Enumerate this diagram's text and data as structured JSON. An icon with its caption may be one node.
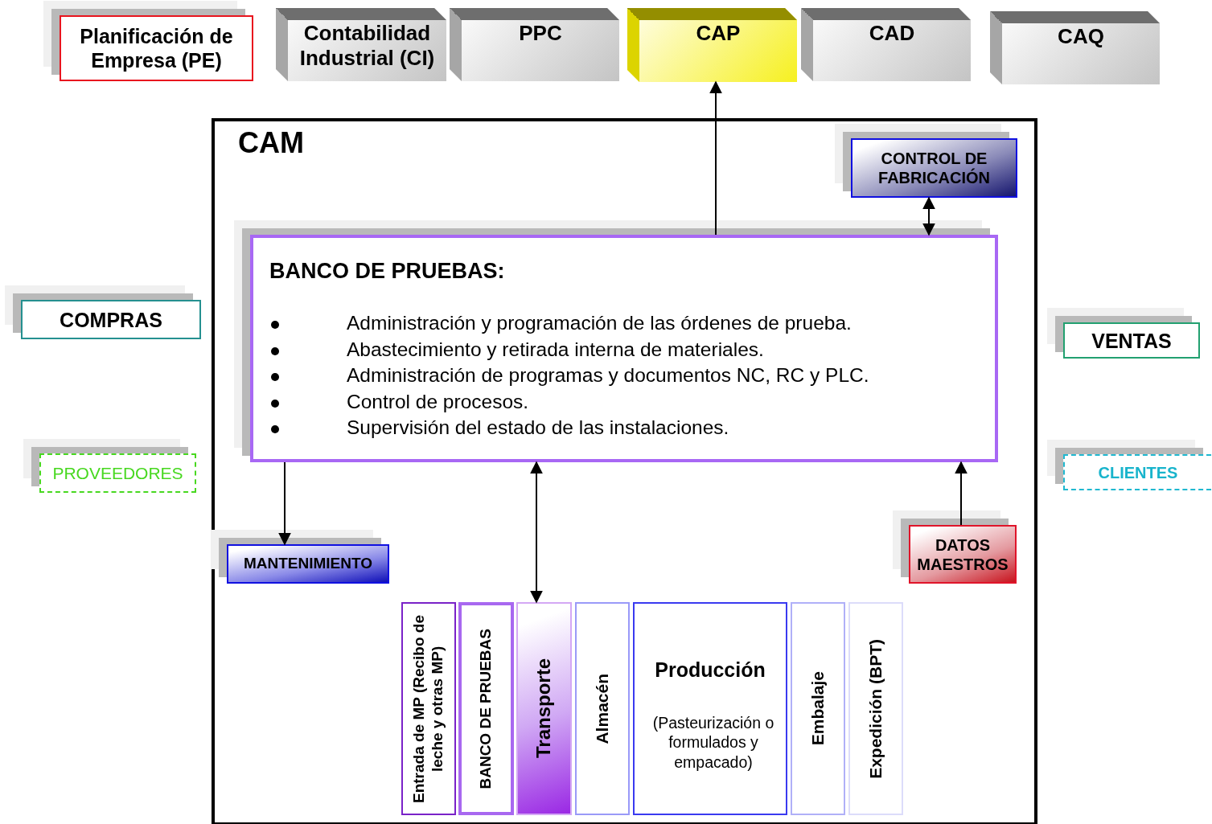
{
  "diagram": {
    "nodes": [
      {
        "text": [
          "Planificación de Empresa (PE)"
        ]
      },
      {
        "text": [
          "Contabilidad Industrial (CI)"
        ]
      },
      {
        "text": [
          "PPC"
        ]
      },
      {
        "text": [
          "CAP"
        ]
      },
      {
        "text": [
          "CAD"
        ]
      },
      {
        "text": [
          "CAQ"
        ]
      },
      {
        "text": [
          "CAM"
        ]
      },
      {
        "text": [
          "CONTROL DE FABRICACIÓN"
        ],
        "in": 6
      },
      {
        "text": [
          "BANCO DE PRUEBAS:",
          "Administración y programación de las órdenes de prueba.",
          "Abastecimiento y retirada interna de materiales.",
          "Administración de programas y documentos NC, RC y PLC.",
          "Control de procesos.",
          "Supervisión del estado de las instalaciones."
        ],
        "in": 6
      },
      {
        "text": [
          "COMPRAS"
        ]
      },
      {
        "text": [
          "VENTAS"
        ]
      },
      {
        "text": [
          "PROVEEDORES"
        ]
      },
      {
        "text": [
          "CLIENTES"
        ]
      },
      {
        "text": [
          "MANTENIMIENTO"
        ],
        "in": 6
      },
      {
        "text": [
          "DATOS MAESTROS"
        ],
        "in": 6
      },
      {
        "text": [
          "Entrada de MP (Recibo de leche y otras MP)"
        ],
        "in": 6
      },
      {
        "text": [
          "BANCO DE PRUEBAS"
        ],
        "in": 6
      },
      {
        "text": [
          "Transporte"
        ],
        "in": 6
      },
      {
        "text": [
          "Almacén"
        ],
        "in": 6
      },
      {
        "text": [
          "Producción",
          "(Pasteurización o formulados y empacado)"
        ],
        "in": 6
      },
      {
        "text": [
          "Embalaje"
        ],
        "in": 6
      },
      {
        "text": [
          "Expedición (BPT)"
        ],
        "in": 6
      }
    ],
    "edges": [
      {
        "from": 8,
        "to": 3,
        "arrow": "to"
      },
      {
        "from": 7,
        "to": 8,
        "arrow": "both"
      },
      {
        "from": 8,
        "to": 13,
        "arrow": "to"
      },
      {
        "from": 8,
        "to": 17,
        "arrow": "both"
      },
      {
        "from": 14,
        "to": 8,
        "arrow": "to"
      }
    ]
  }
}
